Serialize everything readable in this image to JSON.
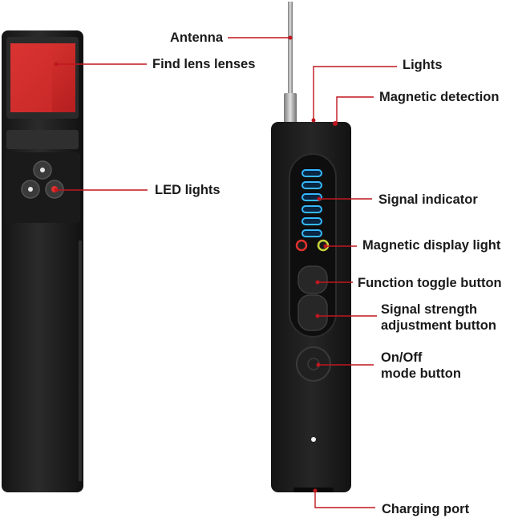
{
  "labels": {
    "antenna": "Antenna",
    "find_lens": "Find lens lenses",
    "led_lights": "LED lights",
    "lights": "Lights",
    "magnetic_detection": "Magnetic detection",
    "signal_indicator": "Signal indicator",
    "magnetic_display_light": "Magnetic display light",
    "function_toggle_button": "Function toggle button",
    "signal_strength_line1": "Signal strength",
    "signal_strength_line2": "adjustment button",
    "on_off_line1": "On/Off",
    "on_off_line2": "mode button",
    "charging_port": "Charging port"
  },
  "colors": {
    "leader_line": "#c0161f",
    "device_body": "#1e1e1e",
    "lens_red": "#d9302e",
    "signal_led": "#35b8ff"
  },
  "signal_indicator_level": 6
}
